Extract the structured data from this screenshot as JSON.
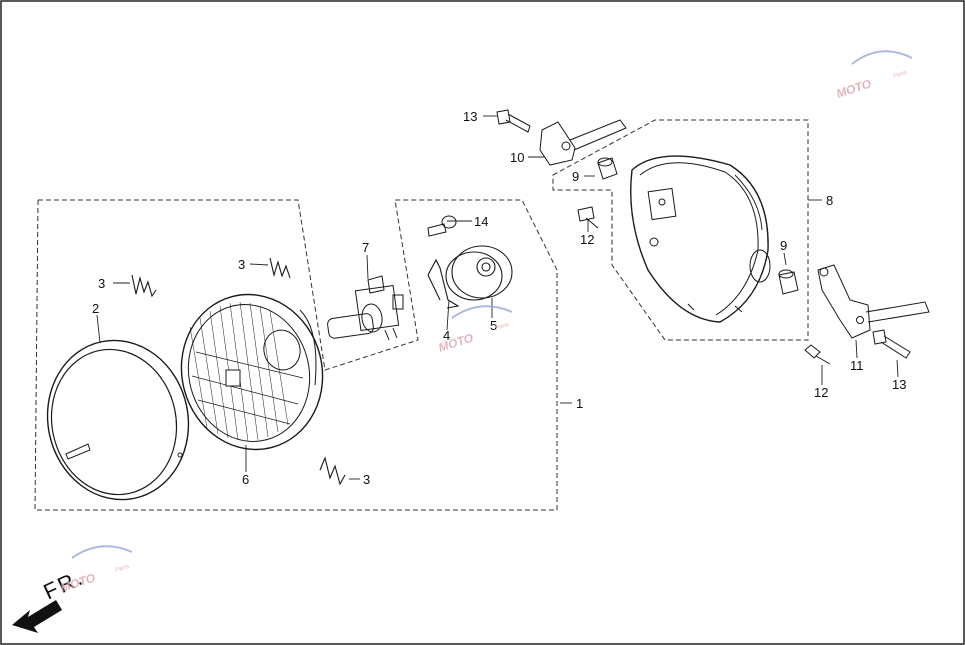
{
  "diagram": {
    "callouts": [
      {
        "id": "c1",
        "text": "1"
      },
      {
        "id": "c2",
        "text": "2"
      },
      {
        "id": "c3a",
        "text": "3"
      },
      {
        "id": "c3b",
        "text": "3"
      },
      {
        "id": "c3c",
        "text": "3"
      },
      {
        "id": "c4",
        "text": "4"
      },
      {
        "id": "c5",
        "text": "5"
      },
      {
        "id": "c6",
        "text": "6"
      },
      {
        "id": "c7",
        "text": "7"
      },
      {
        "id": "c8",
        "text": "8"
      },
      {
        "id": "c9a",
        "text": "9"
      },
      {
        "id": "c9b",
        "text": "9"
      },
      {
        "id": "c10",
        "text": "10"
      },
      {
        "id": "c11",
        "text": "11"
      },
      {
        "id": "c12a",
        "text": "12"
      },
      {
        "id": "c12b",
        "text": "12"
      },
      {
        "id": "c13a",
        "text": "13"
      },
      {
        "id": "c13b",
        "text": "13"
      },
      {
        "id": "c14",
        "text": "14"
      }
    ],
    "direction_label": "FR.",
    "watermark": {
      "brand": "MOTO",
      "tagline": "Parts"
    }
  },
  "colors": {
    "line": "#1a1a1a",
    "watermark": "#d9a5ad"
  }
}
